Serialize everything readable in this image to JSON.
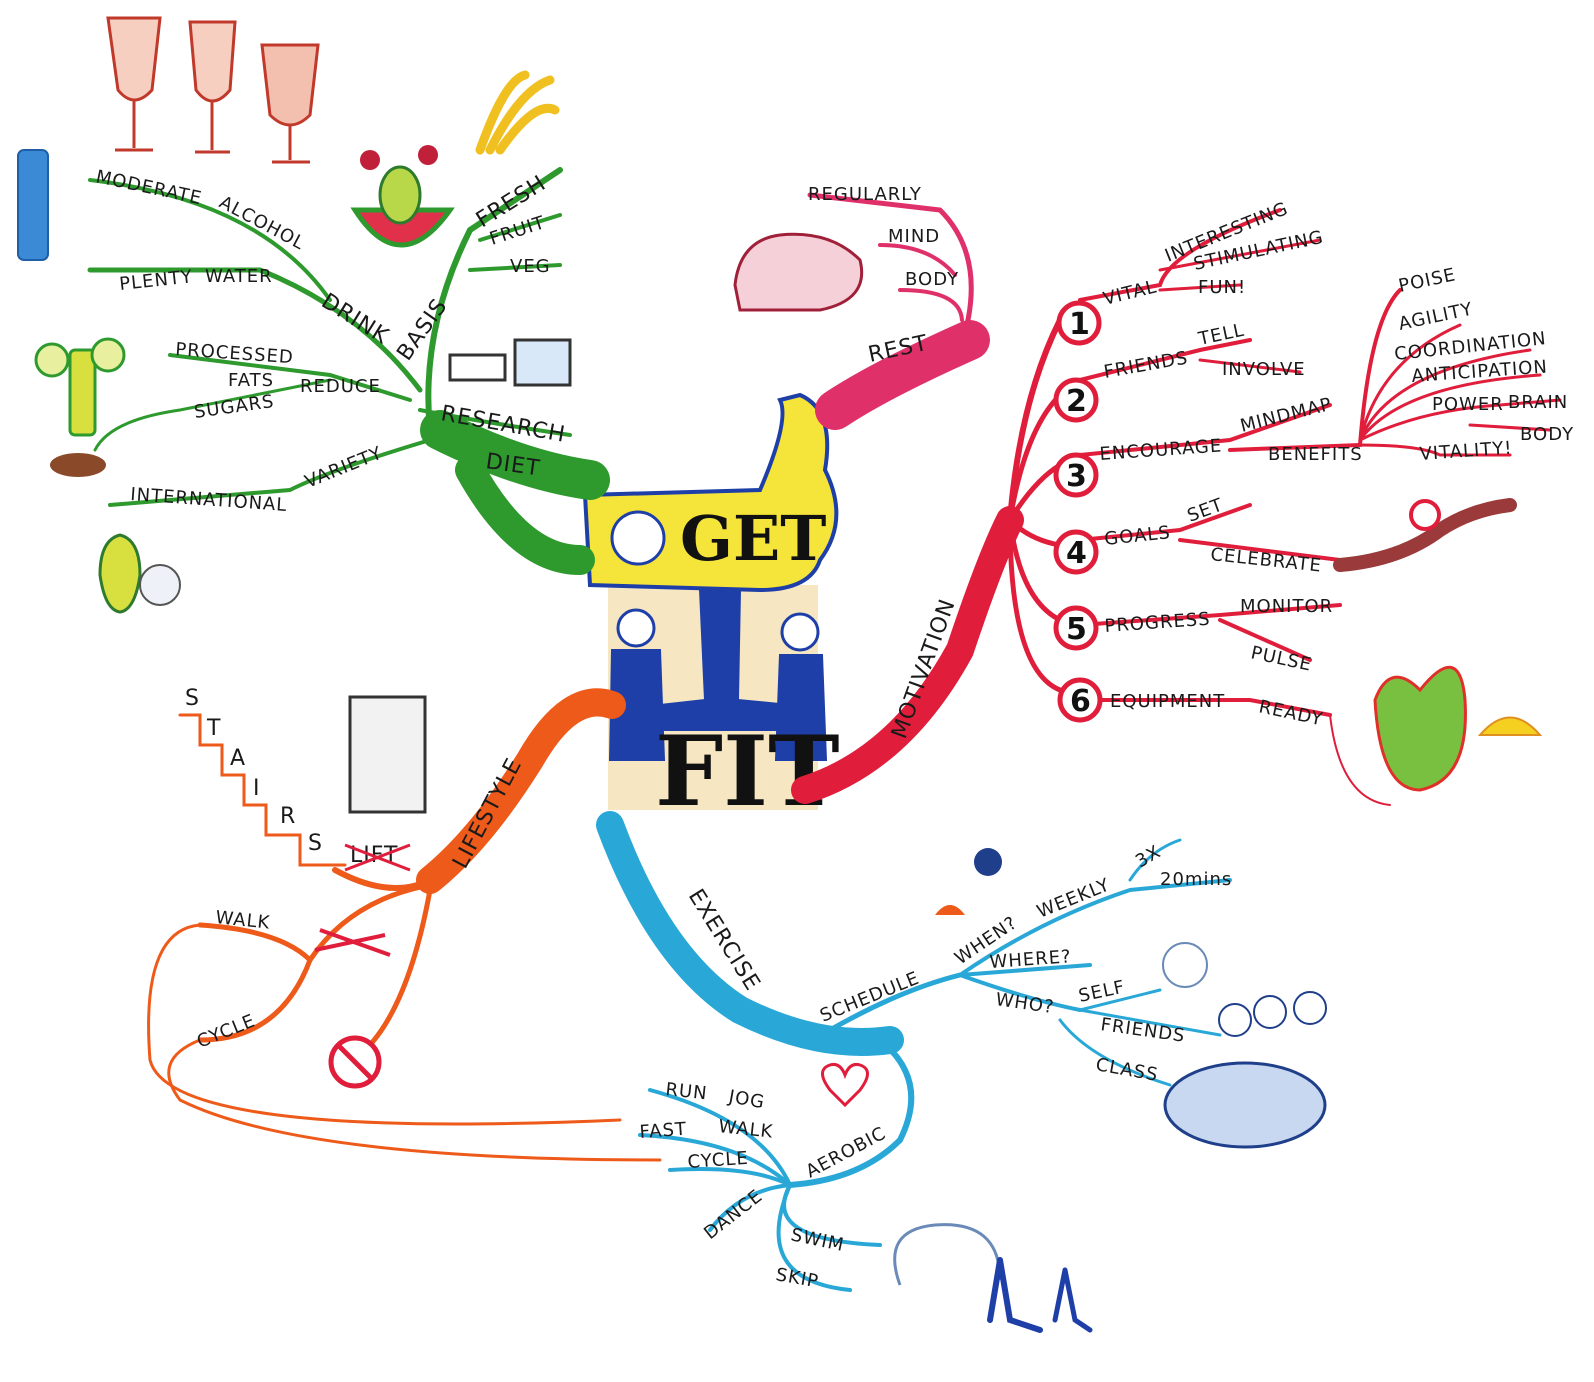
{
  "center": {
    "line1": "GET",
    "line2": "FIT"
  },
  "colors": {
    "diet": "#2e9a2e",
    "rest": "#e0306a",
    "motivation": "#e01e3c",
    "lifestyle": "#ee5a1a",
    "exercise": "#29a8d8",
    "center_yellow": "#f5e43a",
    "center_blue": "#1f3fa8"
  },
  "diet": {
    "main": "DIET",
    "basis": "BASIS",
    "drink": "DRINK",
    "moderate": "MODERATE",
    "alcohol": "ALCOHOL",
    "plenty": "PLENTY",
    "water": "WATER",
    "fresh": "FRESH",
    "fruit": "FRUIT",
    "veg": "VEG",
    "research": "RESEARCH",
    "processed": "PROCESSED",
    "fats": "FATS",
    "reduce": "REDUCE",
    "sugars": "SUGARS",
    "variety": "VARIETY",
    "international": "INTERNATIONAL"
  },
  "rest": {
    "main": "REST",
    "regularly": "REGULARLY",
    "mind": "MIND",
    "body": "BODY"
  },
  "motivation": {
    "main": "MOTIVATION",
    "items": [
      {
        "num": "1",
        "label": "VITAL"
      },
      {
        "num": "2",
        "label": "FRIENDS"
      },
      {
        "num": "3",
        "label": "ENCOURAGE"
      },
      {
        "num": "4",
        "label": "GOALS"
      },
      {
        "num": "5",
        "label": "PROGRESS"
      },
      {
        "num": "6",
        "label": "EQUIPMENT"
      }
    ],
    "interesting": "INTERESTING",
    "stimulating": "STIMULATING",
    "fun": "FUN!",
    "tell": "TELL",
    "involve": "INVOLVE",
    "mindmap": "MINDMAP",
    "benefits": "BENEFITS",
    "poise": "POISE",
    "agility": "AGILITY",
    "coordination": "COORDINATION",
    "anticipation": "ANTICIPATION",
    "power": "POWER",
    "brain": "BRAIN",
    "body": "BODY",
    "vitality": "VITALITY!",
    "set": "SET",
    "celebrate": "CELEBRATE",
    "monitor": "MONITOR",
    "pulse": "PULSE",
    "ready": "READY"
  },
  "lifestyle": {
    "main": "LIFESTYLE",
    "stairs": [
      "S",
      "T",
      "A",
      "I",
      "R",
      "S"
    ],
    "lift": "LIFT",
    "walk": "WALK",
    "cycle": "CYCLE"
  },
  "exercise": {
    "main": "EXERCISE",
    "schedule": "SCHEDULE",
    "when": "WHEN?",
    "weekly": "WEEKLY",
    "times": "3X",
    "mins": "20mins",
    "where": "WHERE?",
    "who": "WHO?",
    "self": "SELF",
    "friends": "FRIENDS",
    "class": "CLASS",
    "aerobic": "AEROBIC",
    "run": "RUN",
    "jog": "JOG",
    "fast": "FAST",
    "walk": "WALK",
    "cycle": "CYCLE",
    "dance": "DANCE",
    "swim": "SWIM",
    "skip": "SKIP"
  }
}
